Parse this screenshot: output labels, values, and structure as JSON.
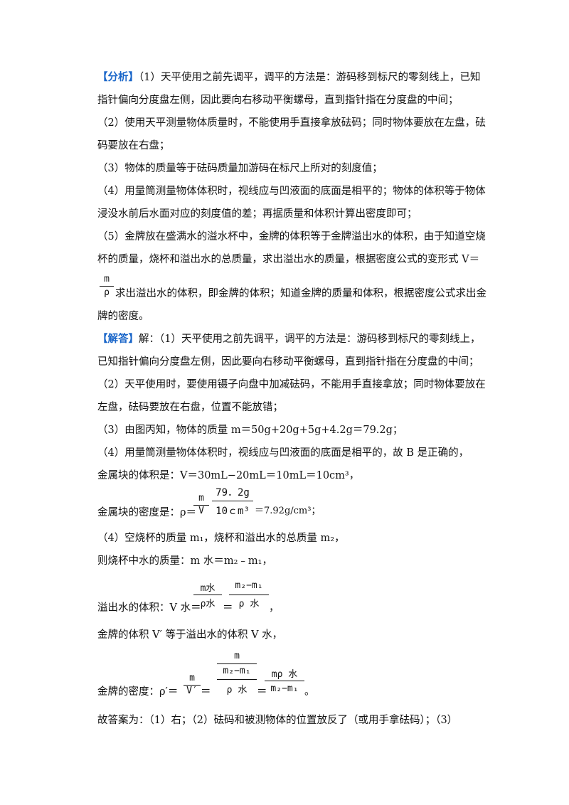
{
  "analysis": {
    "tag": "【分析】",
    "l1": "（1）天平使用之前先调平，调平的方法是：游码移到标尺的零刻线上，已知",
    "l2": "指针偏向分度盘左侧，因此要向右移动平衡螺母，直到指针指在分度盘的中间；",
    "l3": "（2）使用天平测量物体质量时，不能使用手直接拿放砝码；同时物体要放在左盘，砝",
    "l4": "码要放在右盘；",
    "l5": "（3）物体的质量等于砝码质量加游码在标尺上所对的刻度值；",
    "l6": "（4）用量筒测量物体体积时，视线应与凹液面的底面是相平的；物体的体积等于物体",
    "l7": "浸没水前后水面对应的刻度值的差；再据质量和体积计算出密度即可；",
    "l8": "（5）金牌放在盛满水的溢水杯中，金牌的体积等于金牌溢出水的体积，由于知道空烧",
    "l9": "杯的质量，烧杯和溢出水的总质量，求出溢出水的质量，根据密度公式的变形式 V＝",
    "f1_num": "m",
    "f1_den": "ρ",
    "l10": "求出溢出水的体积，即金牌的体积；知道金牌的质量和体积，根据密度公式求出金",
    "l11": "牌的密度。"
  },
  "answer": {
    "tag": "【解答】",
    "l1_a": "解：（1）天平使用之前先调平，调平的方法是：游码移到标尺的零刻线上，",
    "l2": "已知指针偏向分度盘左侧，因此要向右移动平衡螺母，直到指针指在分度盘的中间；",
    "l3": "（2）天平使用时，要使用镊子向盘中加减砝码，不能用手直接拿放；同时物体要放在",
    "l4": "左盘，砝码要放在右盘，位置不能放错；",
    "l5": "（3）由图丙知，物体的质量 m＝50g+20g+5g+4.2g＝79.2g；",
    "l6": "（4）用量筒测量物体体积时，视线应与凹液面的底面是相平的，故 B 是正确的，",
    "l7": "金属块的体积是：V＝30mL−20mL＝10mL＝10cm³，",
    "l8_label": "金属块的密度是：ρ＝",
    "l8_f1num": "m",
    "l8_f1den": "V",
    "l8_f2num": "79．2g",
    "l8_f2den": "10ｃm³",
    "l8_tail": "＝7.92g/cm³；",
    "l9": "（4）空烧杯的质量 m₁，烧杯和溢出水的总质量 m₂，",
    "l10": "则烧杯中水的质量：m 水＝m₂﹣m₁，",
    "l11_label": "溢出水的体积：V 水＝",
    "l11_f1num": "m水",
    "l11_f1den": "ρ水",
    "l11_f2num": "m₂−m₁",
    "l11_f2den": "ρ 水",
    "l11_tail": "，",
    "l12": "金牌的体积 V′ 等于溢出水的体积 V 水，",
    "l13_label": "金牌的密度：ρ′＝",
    "l13_f1num": "m",
    "l13_f1den": "V′",
    "l13_f2num_top": "m",
    "l13_f2num_bot": "m₂−m₁",
    "l13_f2den": "ρ 水",
    "l13_f3num": "mρ 水",
    "l13_f3den": "m₂−m₁",
    "l13_tail": "。",
    "l14": "故答案为：（1）右；（2）砝码和被测物体的位置放反了（或用手拿砝码）；（3）"
  }
}
